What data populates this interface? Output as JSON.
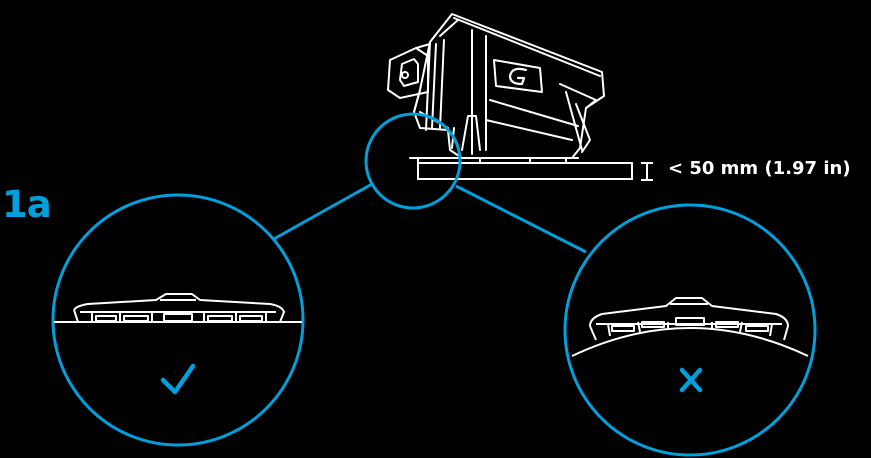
{
  "step": {
    "label": "1a"
  },
  "height_note": {
    "text": "< 50 mm (1.97 in)"
  },
  "colors": {
    "background": "#000000",
    "accent": "#00A0DC",
    "line_art": "#ffffff"
  },
  "zoom_views": [
    {
      "id": "flat-surface",
      "verdict": "correct",
      "verdict_icon": "checkmark-icon"
    },
    {
      "id": "curved-surface",
      "verdict": "incorrect",
      "verdict_icon": "cross-icon"
    }
  ],
  "device": {
    "icon": "logitech-g-logo-icon"
  }
}
